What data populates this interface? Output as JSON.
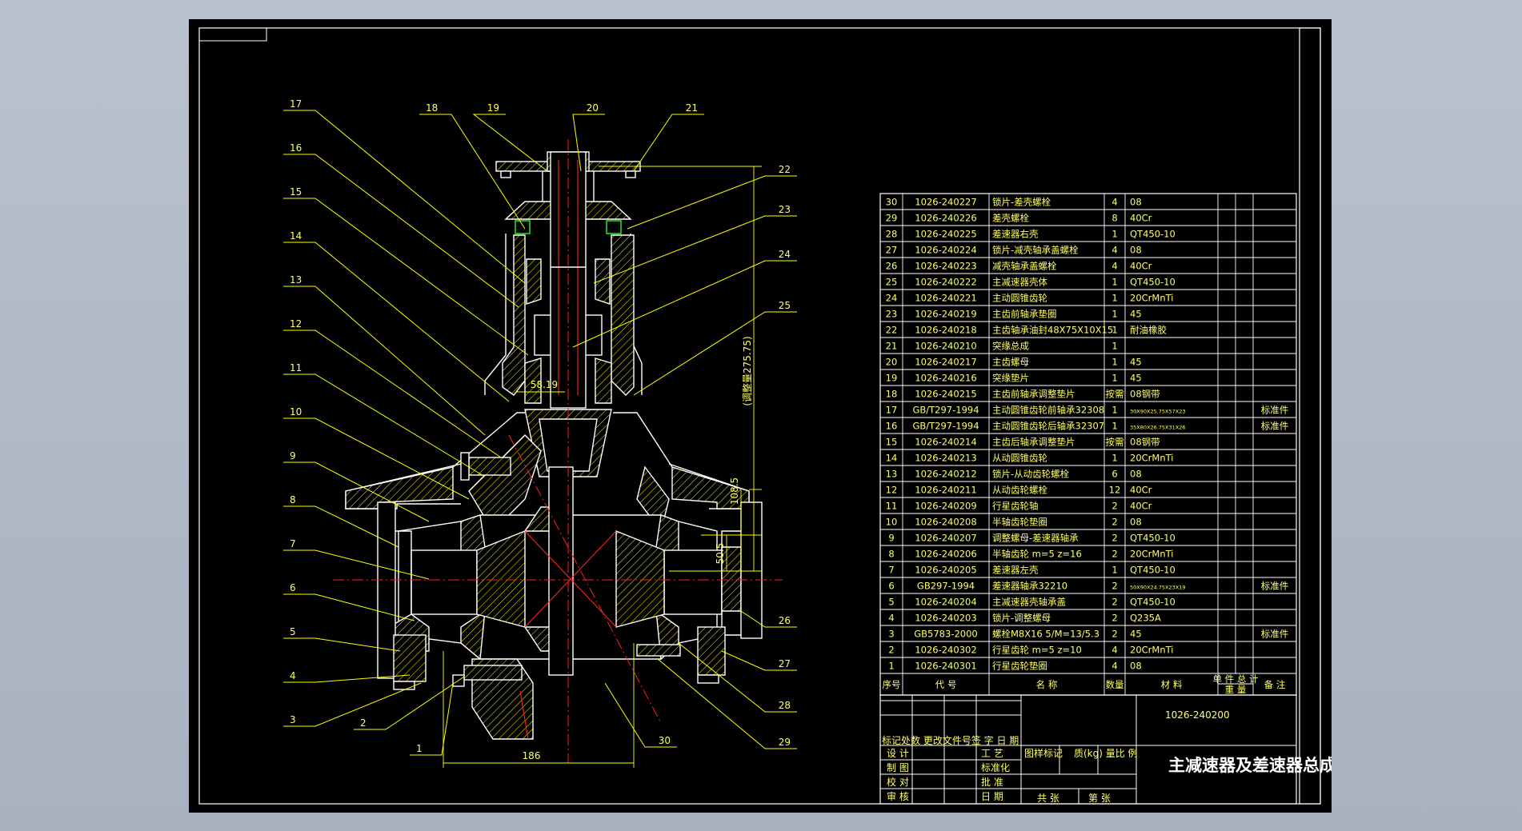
{
  "title_block": {
    "drawing_number": "1026-240200",
    "drawing_title": "主减速器及差速器总成",
    "labels": {
      "revision_row": "标记处数 更改文件号签 字 日 期",
      "design": "设 计",
      "draw": "制 图",
      "check": "校 对",
      "review": "审 核",
      "process": "工 艺",
      "standardize": "标准化",
      "approve": "批 准",
      "date": "日 期",
      "stage": "图样标记",
      "weight": "质(kg) 量比 例",
      "sheets": "共 张",
      "sheet_no": "第 张"
    }
  },
  "bom_header": {
    "no": "序号",
    "code": "代 号",
    "name": "名 称",
    "qty": "数量",
    "material": "材 料",
    "unit_total": "单 件 总 计",
    "weight": "重 量",
    "remark": "备 注"
  },
  "bom_rows": [
    {
      "no": "30",
      "code": "1026-240227",
      "name": "锁片-差壳螺栓",
      "qty": "4",
      "mat": "08",
      "remark": ""
    },
    {
      "no": "29",
      "code": "1026-240226",
      "name": "差壳螺栓",
      "qty": "8",
      "mat": "40Cr",
      "remark": ""
    },
    {
      "no": "28",
      "code": "1026-240225",
      "name": "差速器右壳",
      "qty": "1",
      "mat": "QT450-10",
      "remark": ""
    },
    {
      "no": "27",
      "code": "1026-240224",
      "name": "锁片-减壳轴承盖螺栓",
      "qty": "4",
      "mat": "08",
      "remark": ""
    },
    {
      "no": "26",
      "code": "1026-240223",
      "name": "减壳轴承盖螺栓",
      "qty": "4",
      "mat": "40Cr",
      "remark": ""
    },
    {
      "no": "25",
      "code": "1026-240222",
      "name": "主减速器壳体",
      "qty": "1",
      "mat": "QT450-10",
      "remark": ""
    },
    {
      "no": "24",
      "code": "1026-240221",
      "name": "主动圆锥齿轮",
      "qty": "1",
      "mat": "20CrMnTi",
      "remark": ""
    },
    {
      "no": "23",
      "code": "1026-240219",
      "name": "主齿前轴承垫圈",
      "qty": "1",
      "mat": "45",
      "remark": ""
    },
    {
      "no": "22",
      "code": "1026-240218",
      "name": "主齿轴承油封48X75X10X15",
      "qty": "1",
      "mat": "耐油橡胶",
      "remark": "",
      "small": true
    },
    {
      "no": "21",
      "code": "1026-240210",
      "name": "突缘总成",
      "qty": "1",
      "mat": "",
      "remark": ""
    },
    {
      "no": "20",
      "code": "1026-240217",
      "name": "主齿螺母",
      "qty": "1",
      "mat": "45",
      "remark": ""
    },
    {
      "no": "19",
      "code": "1026-240216",
      "name": "突缘垫片",
      "qty": "1",
      "mat": "45",
      "remark": ""
    },
    {
      "no": "18",
      "code": "1026-240215",
      "name": "主齿前轴承调整垫片",
      "qty": "按需",
      "mat": "08钢带",
      "remark": ""
    },
    {
      "no": "17",
      "code": "GB/T297-1994",
      "name": "主动圆锥齿轮前轴承32308",
      "qty": "1",
      "mat": "30X90X25.75X57X23",
      "remark": "标准件",
      "smallmat": true
    },
    {
      "no": "16",
      "code": "GB/T297-1994",
      "name": "主动圆锥齿轮后轴承32307",
      "qty": "1",
      "mat": "35X80X26.75X31X26",
      "remark": "标准件",
      "smallmat": true
    },
    {
      "no": "15",
      "code": "1026-240214",
      "name": "主齿后轴承调整垫片",
      "qty": "按需",
      "mat": "08钢带",
      "remark": ""
    },
    {
      "no": "14",
      "code": "1026-240213",
      "name": "从动圆锥齿轮",
      "qty": "1",
      "mat": "20CrMnTi",
      "remark": ""
    },
    {
      "no": "13",
      "code": "1026-240212",
      "name": "锁片-从动齿轮螺栓",
      "qty": "6",
      "mat": "08",
      "remark": ""
    },
    {
      "no": "12",
      "code": "1026-240211",
      "name": "从动齿轮螺栓",
      "qty": "12",
      "mat": "40Cr",
      "remark": ""
    },
    {
      "no": "11",
      "code": "1026-240209",
      "name": "行星齿轮轴",
      "qty": "2",
      "mat": "40Cr",
      "remark": ""
    },
    {
      "no": "10",
      "code": "1026-240208",
      "name": "半轴齿轮垫圈",
      "qty": "2",
      "mat": "08",
      "remark": ""
    },
    {
      "no": "9",
      "code": "1026-240207",
      "name": "调整螺母-差速器轴承",
      "qty": "2",
      "mat": "QT450-10",
      "remark": ""
    },
    {
      "no": "8",
      "code": "1026-240206",
      "name": "半轴齿轮 m=5 z=16",
      "qty": "2",
      "mat": "20CrMnTi",
      "remark": ""
    },
    {
      "no": "7",
      "code": "1026-240205",
      "name": "差速器左壳",
      "qty": "1",
      "mat": "QT450-10",
      "remark": ""
    },
    {
      "no": "6",
      "code": "GB297-1994",
      "name": "差速器轴承32210",
      "qty": "2",
      "mat": "50X90X24.75X23X19",
      "remark": "标准件",
      "smallmat": true
    },
    {
      "no": "5",
      "code": "1026-240204",
      "name": "主减速器壳轴承盖",
      "qty": "2",
      "mat": "QT450-10",
      "remark": ""
    },
    {
      "no": "4",
      "code": "1026-240203",
      "name": "锁片-调整螺母",
      "qty": "2",
      "mat": "Q235A",
      "remark": ""
    },
    {
      "no": "3",
      "code": "GB5783-2000",
      "name": "螺栓M8X16 5/M=13/5.3",
      "qty": "2",
      "mat": "45",
      "remark": "标准件",
      "small": true
    },
    {
      "no": "2",
      "code": "1026-240302",
      "name": "行星齿轮 m=5 z=10",
      "qty": "4",
      "mat": "20CrMnTi",
      "remark": ""
    },
    {
      "no": "1",
      "code": "1026-240301",
      "name": "行星齿轮垫圈",
      "qty": "4",
      "mat": "08",
      "remark": ""
    }
  ],
  "callouts_left": [
    "17",
    "16",
    "15",
    "14",
    "13",
    "12",
    "11",
    "10",
    "9",
    "8",
    "7",
    "6",
    "5",
    "4",
    "3"
  ],
  "callouts_bottom": [
    "2",
    "1",
    "30"
  ],
  "callouts_top": [
    "18",
    "19",
    "20",
    "21"
  ],
  "callouts_right": [
    "22",
    "23",
    "24",
    "25",
    "26",
    "27",
    "28",
    "29"
  ],
  "dimensions": {
    "vertical_overall": "(调整量275.75)",
    "vertical_mid": "108.5",
    "vertical_low": "50.5",
    "bottom_width": "186",
    "center_note": "58.19"
  },
  "colors": {
    "background": "#000000",
    "line_yellow": "#ffff00",
    "line_white": "#ffffff",
    "center_red": "#ff2020",
    "seal_green": "#20ff20",
    "app_bg": "#b0bac7"
  }
}
